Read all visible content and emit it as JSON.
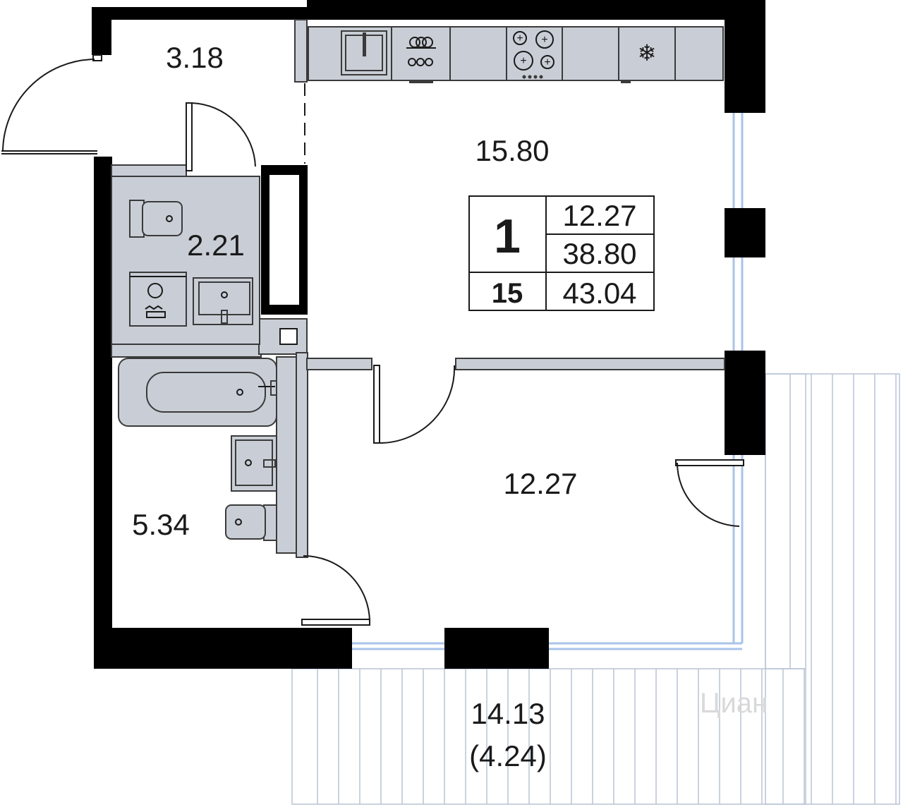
{
  "rooms": {
    "entry": "3.18",
    "kitchen_living": "15.80",
    "wc": "2.21",
    "bathroom": "5.34",
    "bedroom": "12.27",
    "balcony": "14.13",
    "balcony_reduced": "(4.24)"
  },
  "summary": {
    "rooms_count": "1",
    "floor": "15",
    "living_area": "12.27",
    "total_area": "38.80",
    "total_with_balcony": "43.04"
  },
  "watermark": "Циан",
  "colors": {
    "wall": "#000000",
    "fixture": "#c9ced6",
    "window": "#a9c3ea",
    "text": "#1a1a1a"
  }
}
